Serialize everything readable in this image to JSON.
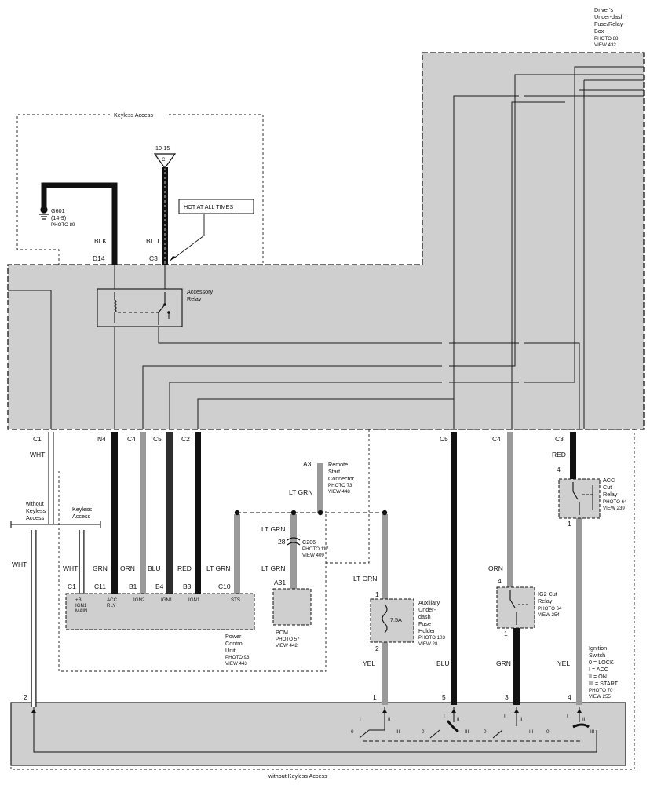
{
  "colors": {
    "shade": "#cfcfcf",
    "wire_black": "#111111",
    "wire_dark": "#2e2e2e",
    "wire_light": "#9a9a9a",
    "wire_white": "#ffffff",
    "line": "#1a1a1a"
  },
  "fusebox": {
    "name_lines": [
      "Driver's",
      "Under-dash",
      "Fuse/Relay",
      "Box"
    ],
    "photo": "PHOTO 88",
    "view": "VIEW 432"
  },
  "keyless_access_top": "Keyless Access",
  "ground": {
    "name": "G601",
    "ref": "(14-9)",
    "photo": "PHOTO 89"
  },
  "supply": {
    "ref": "10-15",
    "letter": "C"
  },
  "hot_label": "HOT AT ALL TIMES",
  "top_wires": [
    {
      "color": "BLK",
      "pin": "D14"
    },
    {
      "color": "BLU",
      "pin": "C3"
    }
  ],
  "accessory_relay": [
    "Accessory",
    "Relay"
  ],
  "box_pins": {
    "c1": "C1",
    "n4": "N4",
    "c4": "C4",
    "c5": "C5",
    "c2": "C2",
    "c5r": "C5",
    "c4r": "C4",
    "c3r": "C3"
  },
  "wire_colors": {
    "wht1": "WHT",
    "wht2": "WHT",
    "wht3": "WHT",
    "grn": "GRN",
    "orn": "ORN",
    "blu": "BLU",
    "red": "RED",
    "ltgrn_pcu": "LT GRN",
    "ltgrn_rsc": "LT GRN",
    "ltgrn_c206a": "LT GRN",
    "ltgrn_c206b": "LT GRN",
    "ltgrn_fuse": "LT GRN",
    "yel_fuse": "YEL",
    "blu_right": "BLU",
    "orn_right": "ORN",
    "grn_right": "GRN",
    "red_right": "RED",
    "yel_right": "YEL"
  },
  "without_keyless": [
    "without",
    "Keyless",
    "Access"
  ],
  "keyless_access_mid": [
    "Keyless",
    "Access"
  ],
  "pcu": {
    "pins": [
      "C1",
      "C11",
      "B1",
      "B4",
      "B3",
      "C10"
    ],
    "terms": [
      "+B",
      "IGN1",
      "MAIN",
      "ACC",
      "RLY",
      "IGN2",
      "IGN1",
      "IGN1",
      "STS"
    ],
    "name_lines": [
      "Power",
      "Control",
      "Unit"
    ],
    "photo": "PHOTO 93",
    "view": "VIEW 443"
  },
  "remote_start": {
    "pin": "A3",
    "name_lines": [
      "Remote",
      "Start",
      "Connector"
    ],
    "photo": "PHOTO 73",
    "view": "VIEW 448"
  },
  "c206": {
    "pin": "28",
    "name": "C206",
    "photo": "PHOTO 117",
    "view": "VIEW 409"
  },
  "pcm": {
    "pin": "A31",
    "name": "PCM",
    "photo": "PHOTO 57",
    "view": "VIEW 442"
  },
  "fuse": {
    "rating": "7.5A",
    "pin_top": "1",
    "pin_bottom": "2",
    "name_lines": [
      "Auxiliary",
      "Under-",
      "dash",
      "Fuse",
      "Holder"
    ],
    "photo": "PHOTO 103",
    "view": "VIEW 28"
  },
  "acc_cut_relay": {
    "pin_top": "4",
    "pin_bottom": "1",
    "name_lines": [
      "ACC",
      "Cut",
      "Relay"
    ],
    "photo": "PHOTO 64",
    "view": "VIEW 239"
  },
  "ig2_cut_relay": {
    "pin_top": "4",
    "pin_bottom": "1",
    "name_lines": [
      "IG2 Cut",
      "Relay"
    ],
    "photo": "PHOTO 64",
    "view": "VIEW 254"
  },
  "ignition_switch": {
    "name_lines": [
      "Ignition",
      "Switch"
    ],
    "positions": [
      "0 = LOCK",
      "I = ACC",
      "II = ON",
      "III = START"
    ],
    "photo": "PHOTO 70",
    "view": "VIEW 255"
  },
  "switch_pins": [
    "2",
    "1",
    "5",
    "3",
    "4"
  ],
  "switch_marks": [
    "0",
    "I",
    "II",
    "III"
  ],
  "without_keyless_bottom": "without Keyless Access"
}
